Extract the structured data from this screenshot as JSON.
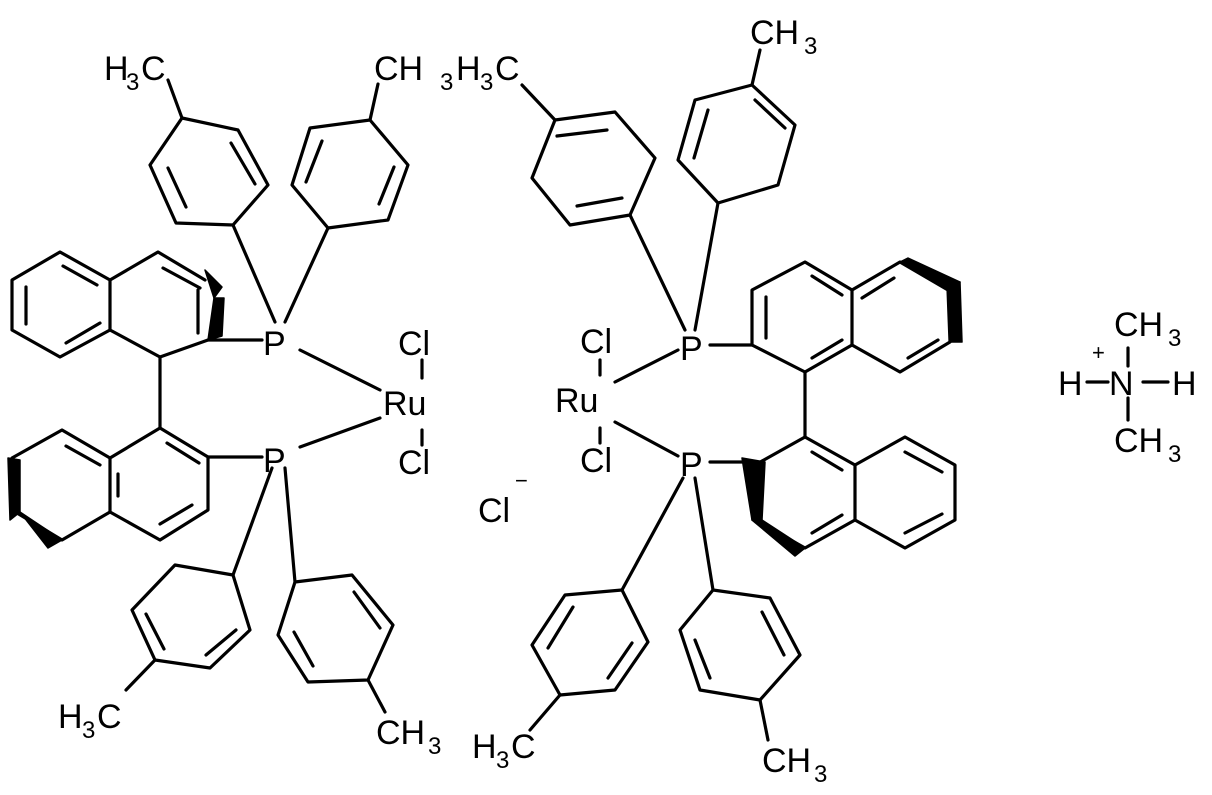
{
  "structure": {
    "left_complex": {
      "phosphorus": [
        "P",
        "P"
      ],
      "metal": "Ru",
      "chlorides": [
        "Cl",
        "Cl"
      ],
      "methyl_top_left": [
        "H",
        "3",
        "C"
      ],
      "methyl_top_right": [
        "CH",
        "3"
      ],
      "methyl_bottom_left": [
        "H",
        "3",
        "C"
      ],
      "methyl_bottom_right": [
        "CH",
        "3"
      ]
    },
    "counter_anion": {
      "symbol": "Cl",
      "charge": "−"
    },
    "right_complex": {
      "phosphorus": [
        "P",
        "P"
      ],
      "metal": "Ru",
      "chlorides": [
        "Cl",
        "Cl"
      ],
      "methyl_top_left": [
        "H",
        "3",
        "C"
      ],
      "methyl_top_right": [
        "CH",
        "3"
      ],
      "methyl_bottom_left": [
        "H",
        "3",
        "C"
      ],
      "methyl_bottom_right": [
        "CH",
        "3"
      ]
    },
    "ammonium": {
      "nitrogen": "N",
      "charge": "+",
      "hydrogens": [
        "H",
        "H"
      ],
      "methyl_top": [
        "CH",
        "3"
      ],
      "methyl_bottom": [
        "CH",
        "3"
      ]
    }
  }
}
